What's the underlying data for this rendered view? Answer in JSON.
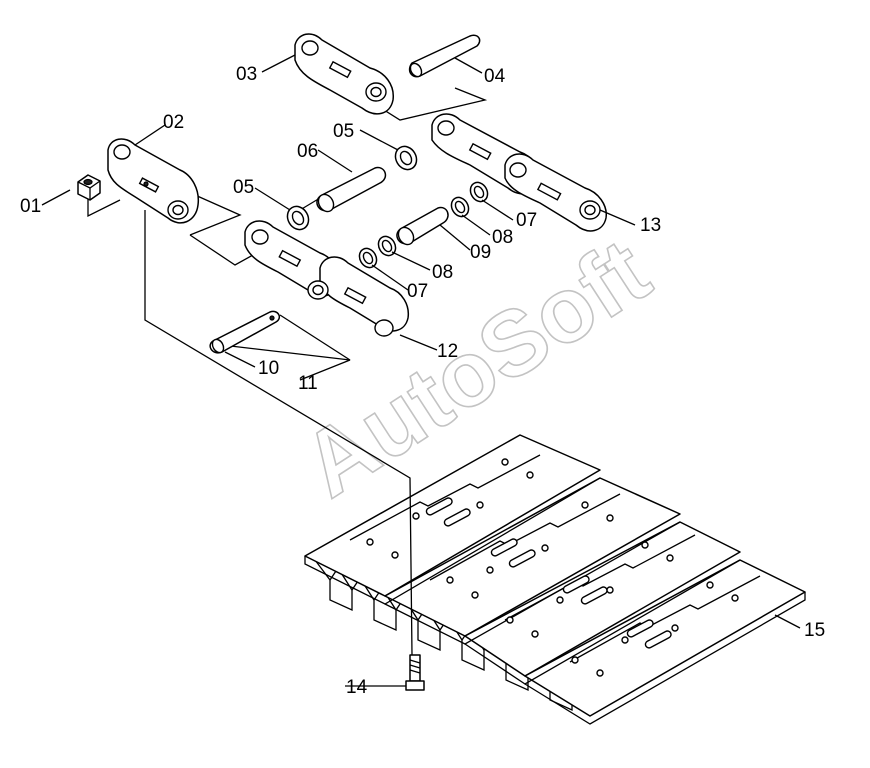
{
  "watermark": "AutoSoft",
  "callouts": {
    "c01": "01",
    "c02": "02",
    "c03": "03",
    "c04": "04",
    "c05a": "05",
    "c05b": "05",
    "c06": "06",
    "c07a": "07",
    "c07b": "07",
    "c08a": "08",
    "c08b": "08",
    "c09": "09",
    "c10": "10",
    "c11": "11",
    "c12": "12",
    "c13": "13",
    "c14": "14",
    "c15": "15"
  }
}
